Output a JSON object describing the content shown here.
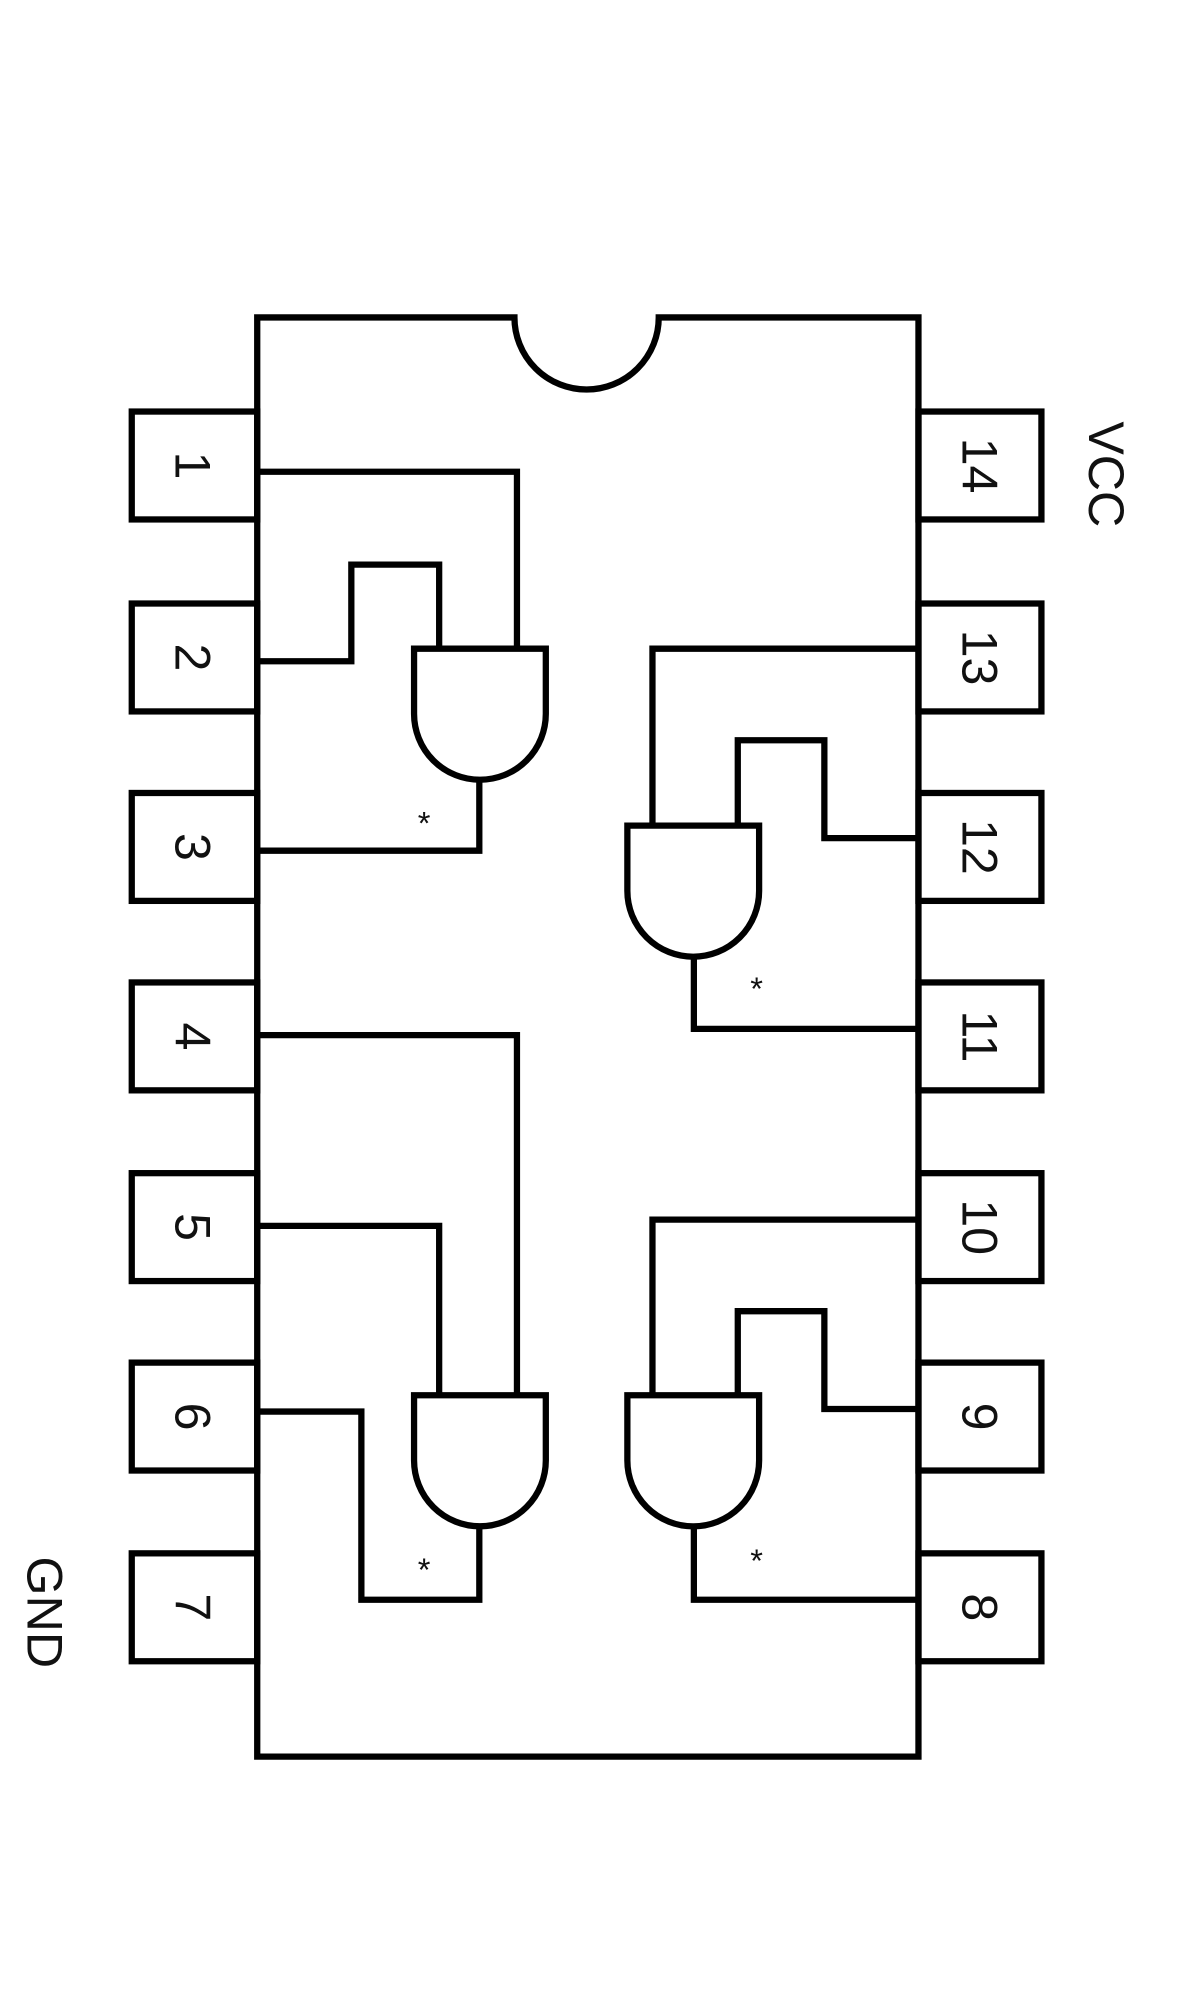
{
  "title": "Quad 2-input AND gate IC pinout",
  "colors": {
    "line": "#000000",
    "background": "#ffffff"
  },
  "power_labels": {
    "vcc": "VCC",
    "gnd": "GND"
  },
  "left_pins": [
    "1",
    "2",
    "3",
    "4",
    "5",
    "6",
    "7"
  ],
  "right_pins": [
    "14",
    "13",
    "12",
    "11",
    "10",
    "9",
    "8"
  ],
  "gate_marker": "*",
  "gates": [
    {
      "inputs": [
        "1",
        "2"
      ],
      "output": "3"
    },
    {
      "inputs": [
        "4",
        "5"
      ],
      "output": "6"
    },
    {
      "inputs": [
        "13",
        "12"
      ],
      "output": "11"
    },
    {
      "inputs": [
        "10",
        "9"
      ],
      "output": "8"
    }
  ]
}
